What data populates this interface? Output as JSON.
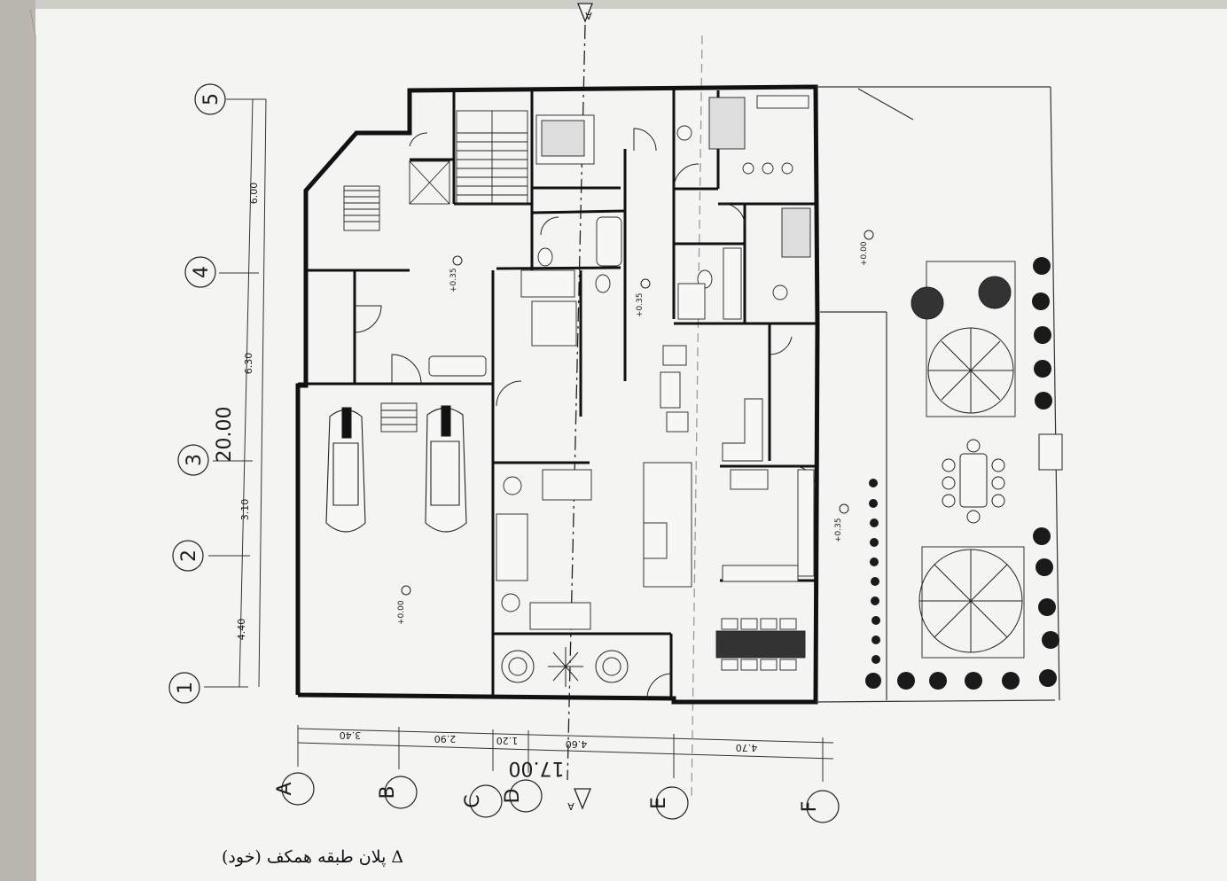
{
  "sheet": {
    "title": "Δ پلان طبقه همکف (خود)"
  },
  "dimensions": {
    "overall_vertical": "20.00",
    "overall_horizontal": "17.00",
    "vertical_segments": [
      "4.40",
      "3.10",
      "6.30",
      "6.00"
    ],
    "horizontal_segments": [
      "3.40",
      "2.90",
      "1.20",
      "4.60",
      "4.70"
    ]
  },
  "grid": {
    "rows": [
      "1",
      "2",
      "3",
      "4",
      "5"
    ],
    "columns": [
      "A",
      "B",
      "C",
      "D",
      "E",
      "F"
    ]
  },
  "levels": {
    "garage": "+0.00",
    "yard": "+0.00",
    "lobby": "+0.35",
    "hall": "+0.35",
    "kitchen": "+0.35"
  },
  "section_marks": {
    "top": "A",
    "bottom": "A"
  },
  "colors": {
    "paper": "#f4f4f2",
    "ink": "#1a1a1a",
    "background": "#cfcdc8"
  }
}
